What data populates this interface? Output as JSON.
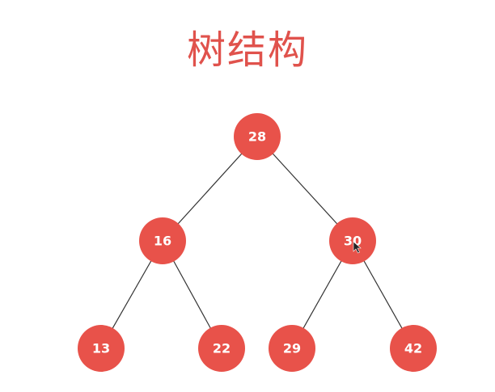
{
  "title": "树结构",
  "colors": {
    "title": "#e0524c",
    "node": "#e8524a",
    "node_text": "#ffffff",
    "edge": "#333333"
  },
  "nodes": [
    {
      "id": "n28",
      "label": "28"
    },
    {
      "id": "n16",
      "label": "16"
    },
    {
      "id": "n30",
      "label": "30"
    },
    {
      "id": "n13",
      "label": "13"
    },
    {
      "id": "n22",
      "label": "22"
    },
    {
      "id": "n29",
      "label": "29"
    },
    {
      "id": "n42",
      "label": "42"
    }
  ],
  "edges": [
    {
      "from": "n28",
      "to": "n16"
    },
    {
      "from": "n28",
      "to": "n30"
    },
    {
      "from": "n16",
      "to": "n13"
    },
    {
      "from": "n16",
      "to": "n22"
    },
    {
      "from": "n30",
      "to": "n29"
    },
    {
      "from": "n30",
      "to": "n42"
    }
  ]
}
